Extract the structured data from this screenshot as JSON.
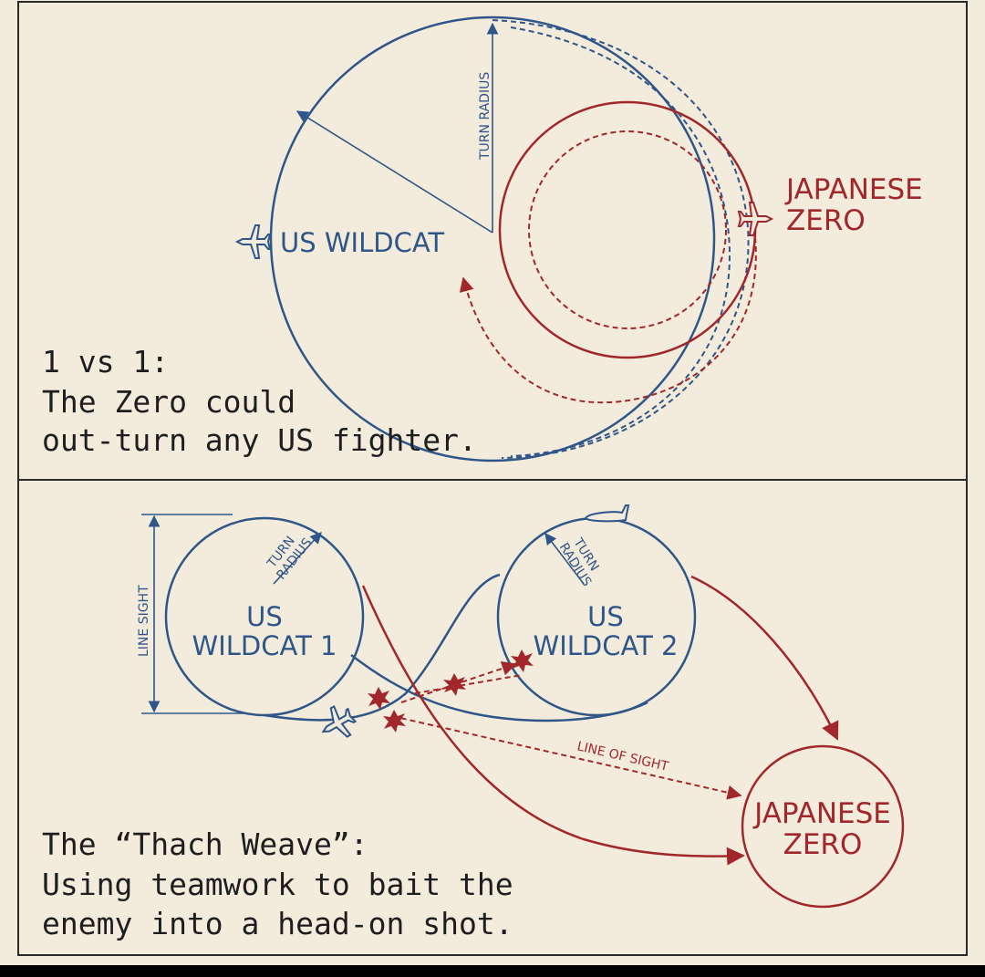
{
  "colors": {
    "paper": "#f3ecdd",
    "us_blue": "#2f5689",
    "japanese_red": "#a2272b",
    "ink": "#1e1e1e"
  },
  "top_panel": {
    "turn_radius_label": "TURN RADIUS",
    "us_label": "US WILDCAT",
    "zero_label_line1": "JAPANESE",
    "zero_label_line2": "ZERO",
    "caption_line1": "1 vs 1:",
    "caption_line2": "The Zero could",
    "caption_line3": "out-turn any US fighter."
  },
  "bottom_panel": {
    "line_sight_label": "LINE SIGHT",
    "turn_radius_1_line1": "TURN",
    "turn_radius_1_line2": "RADIUS",
    "wildcat1_line1": "US",
    "wildcat1_line2": "WILDCAT 1",
    "turn_radius_2_line1": "TURN",
    "turn_radius_2_line2": "RADIUS",
    "wildcat2_line1": "US",
    "wildcat2_line2": "WILDCAT 2",
    "line_of_sight_label": "LINE OF SIGHT",
    "zero_line1": "JAPANESE",
    "zero_line2": "ZERO",
    "caption_line1": "The “Thach Weave”:",
    "caption_line2": "Using teamwork to bait the",
    "caption_line3": "enemy into a head-on shot."
  },
  "icons": [
    "us-plane-icon",
    "zero-plane-icon",
    "explosion-icon"
  ]
}
